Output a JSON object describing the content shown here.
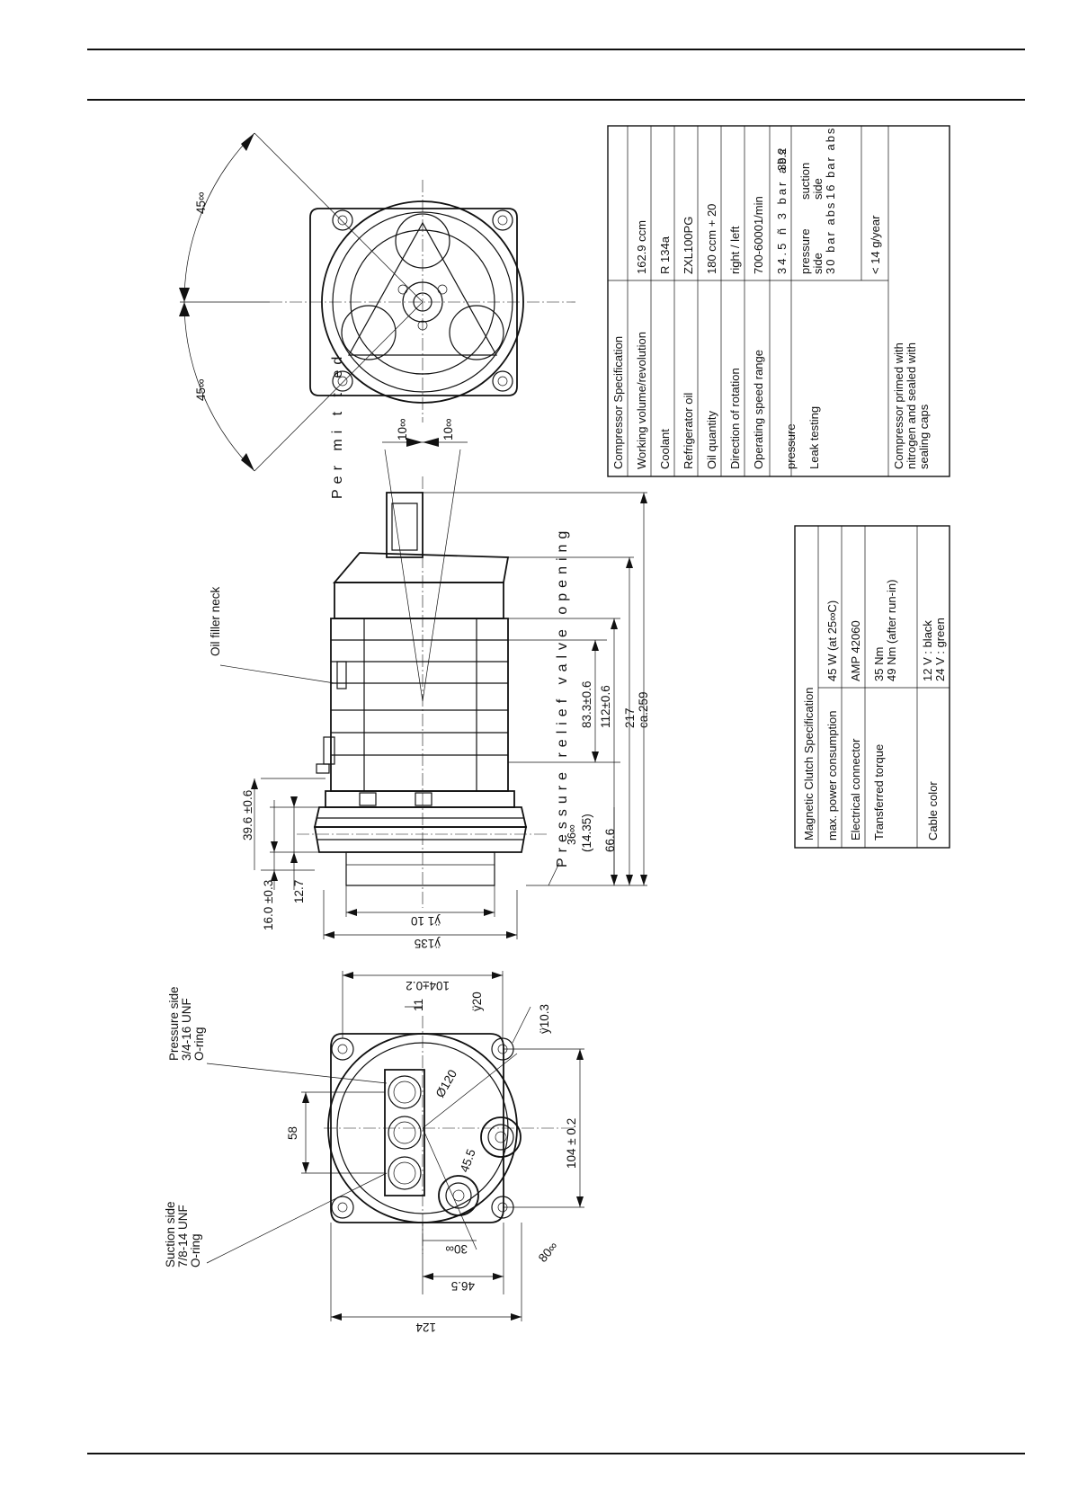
{
  "top_view": {
    "angle_upper": "45∞",
    "angle_lower": "45∞",
    "angle_left": "10∞",
    "angle_right": "10∞",
    "permitted": "Per mi t t ed"
  },
  "side_view": {
    "oil_filler_neck": "Oil filler neck",
    "relief_valve": "Pressure relief valve opening",
    "dim_83": "83.3±0.6",
    "dim_112": "112±0.6",
    "dim_217": "217",
    "dim_259": "ca.259",
    "dim_1435": "(14.35)",
    "dim_666": "66.6",
    "dim_36": "36∞",
    "dim_396": "39.6 ±0.6",
    "dim_160": "16.0 ±0.3",
    "dim_127": "12.7",
    "dim_y110": "ÿ1 10",
    "dim_y135": "ÿ135"
  },
  "front_view": {
    "pressure_side": [
      "Pressure side",
      "3/4-16 UNF",
      "O-ring"
    ],
    "suction_side": [
      "Suction side",
      "7/8-14 UNF",
      "O-ring"
    ],
    "dim_104_top": "104±0.2",
    "dim_11": "11",
    "dim_y20": "ÿ20",
    "dim_y103": "ÿ10.3",
    "dim_phi120": "Ø120",
    "dim_58": "58",
    "dim_455": "45.5",
    "dim_104_right": "104 ± 0.2",
    "dim_30": "30∞",
    "dim_465": "46.5",
    "dim_80": "80∞",
    "dim_124": "124"
  },
  "compressor_table": {
    "title": "Compressor Specification",
    "rows": [
      {
        "label": "Working volume/revolution",
        "value": "162.9 ccm"
      },
      {
        "label": "Coolant",
        "value": "R 134a"
      },
      {
        "label": "Refrigerator oil",
        "value": "ZXL100PG"
      },
      {
        "label": "Oil quantity",
        "value": "180 ccm + 20"
      },
      {
        "label": "Direction of rotation",
        "value": "right / left"
      },
      {
        "label": "Operating speed range",
        "value": "700-60001/min"
      },
      {
        "label": "pressure",
        "value": "34.5 ñ 3 bar abs",
        "extra": "39.2"
      },
      {
        "label": "Leak testing",
        "value_lines": [
          "pressure",
          "side",
          "30 bar abs"
        ],
        "value_lines_b": [
          "suction",
          "side",
          "16 bar abs"
        ]
      },
      {
        "label": "",
        "value": "< 14 g/year"
      },
      {
        "label_lines": [
          "Compressor primed with",
          "nitrogen and sealed with",
          "sealing caps"
        ],
        "value": ""
      }
    ]
  },
  "clutch_table": {
    "title": "Magnetic Clutch Specification",
    "rows": [
      {
        "label": "max. power consumption",
        "value_lines": [
          "45 W (at 25∞C)"
        ]
      },
      {
        "label": "Electrical connector",
        "value_lines": [
          "AMP 42060"
        ]
      },
      {
        "label": "Transferred torque",
        "value_lines": [
          "35 Nm",
          "49 Nm (after run-in)"
        ]
      },
      {
        "label": "Cable color",
        "value_lines": [
          "12 V :  black",
          "24 V :  green"
        ]
      }
    ]
  }
}
